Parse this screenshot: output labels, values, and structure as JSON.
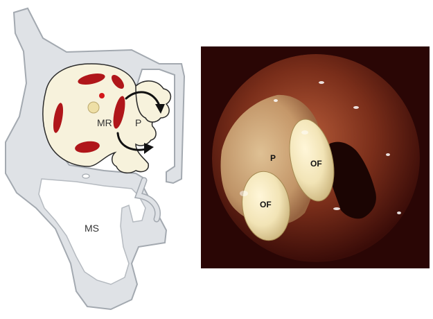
{
  "schematic": {
    "labels": {
      "mr": "MR",
      "p": "P",
      "ms": "MS"
    },
    "colors": {
      "bone": "#dfe2e6",
      "bone_outline": "#aab0b6",
      "mucosa": "#f7f2dc",
      "vessel": "#b0161a",
      "dot": "#d3171b",
      "nerve": "#eedfa6"
    }
  },
  "endoscopy": {
    "labels": {
      "p": "P",
      "of_upper": "OF",
      "of_lower": "OF"
    },
    "colors": {
      "background": "#2a0605",
      "tissue": "#7a2e1a",
      "polyp": "#f2e4b6"
    }
  }
}
